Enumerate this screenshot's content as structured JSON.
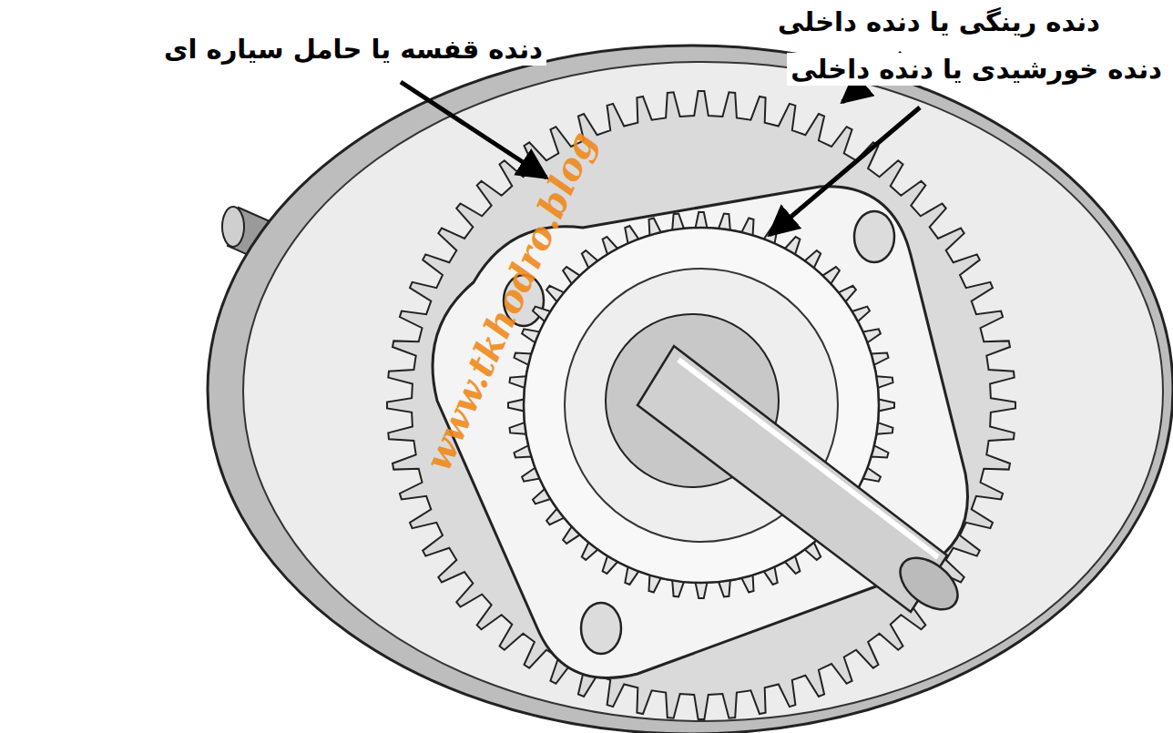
{
  "diagram": {
    "labels": [
      "دنده قفسه یا حامل سیاره ای",
      "دنده رینگی یا دنده داخلی",
      "دنده خورشیدی یا دنده داخلی",
      "www.tkhodro.blog"
    ]
  }
}
